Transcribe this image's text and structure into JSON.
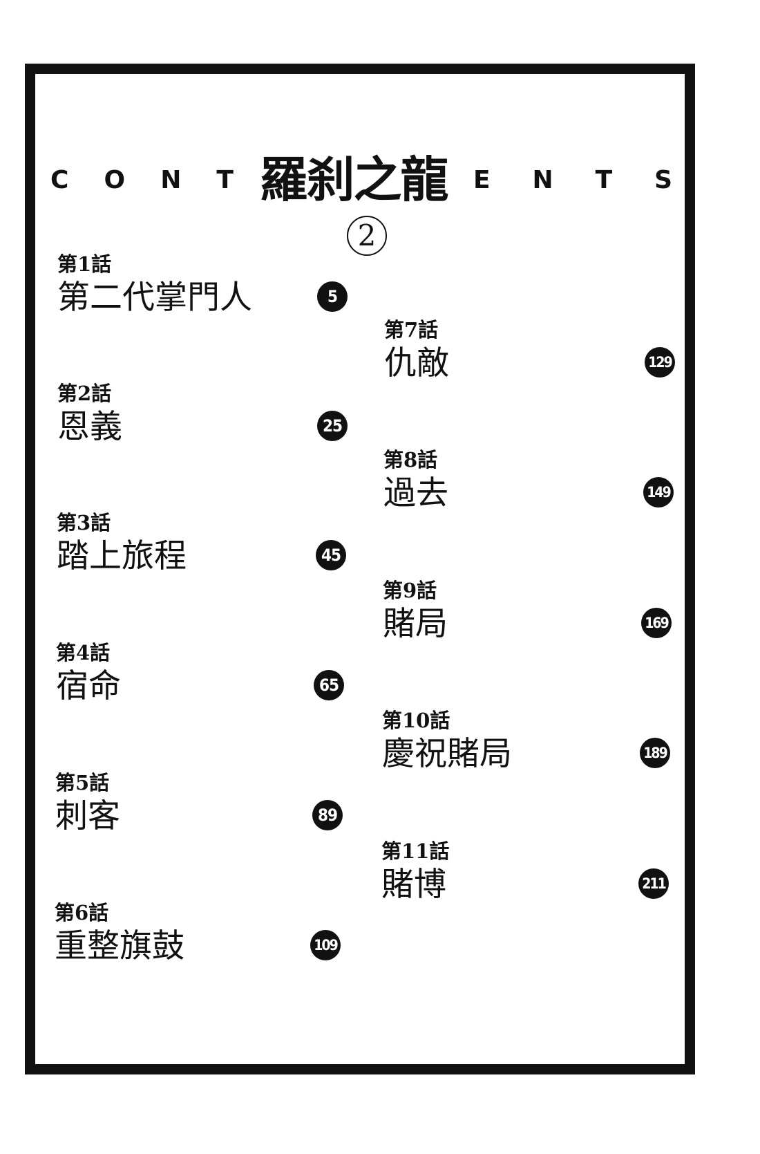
{
  "title": {
    "latin_left": [
      "C",
      "O",
      "N",
      "T"
    ],
    "main": "羅刹之龍",
    "latin_right": [
      "E",
      "N",
      "T",
      "S"
    ],
    "volume": "2"
  },
  "entries": [
    {
      "episode": "第1話",
      "title": "第二代掌門人",
      "page": "5"
    },
    {
      "episode": "第2話",
      "title": "恩義",
      "page": "25"
    },
    {
      "episode": "第3話",
      "title": "踏上旅程",
      "page": "45"
    },
    {
      "episode": "第4話",
      "title": "宿命",
      "page": "65"
    },
    {
      "episode": "第5話",
      "title": "刺客",
      "page": "89"
    },
    {
      "episode": "第6話",
      "title": "重整旗鼓",
      "page": "109"
    },
    {
      "episode": "第7話",
      "title": "仇敵",
      "page": "129"
    },
    {
      "episode": "第8話",
      "title": "過去",
      "page": "149"
    },
    {
      "episode": "第9話",
      "title": "賭局",
      "page": "169"
    },
    {
      "episode": "第10話",
      "title": "慶祝賭局",
      "page": "189"
    },
    {
      "episode": "第11話",
      "title": "賭博",
      "page": "211"
    }
  ]
}
